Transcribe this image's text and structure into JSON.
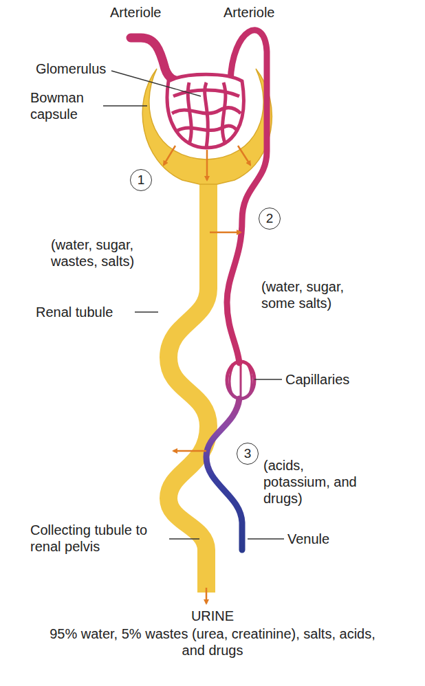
{
  "diagram": {
    "nodes": [
      {
        "text": [
          "1"
        ]
      },
      {
        "text": [
          "2"
        ]
      },
      {
        "text": [
          "3"
        ]
      }
    ],
    "labels": [
      "Arteriole",
      "Arteriole",
      "Glomerulus",
      "Bowman capsule",
      "(water, sugar, wastes, salts)",
      "Renal tubule",
      "(water, sugar, some salts)",
      "Capillaries",
      "(acids, potassium, and drugs)",
      "Collecting tubule to renal pelvis",
      "Venule",
      "URINE",
      "95% water, 5% wastes (urea, creatinine), salts, acids, and drugs"
    ]
  }
}
